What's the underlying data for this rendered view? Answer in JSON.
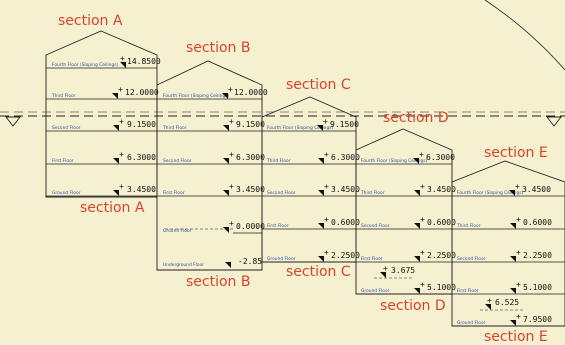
{
  "colors": {
    "background": "#f5f0cf",
    "section_title": "#d8432f",
    "floor_label": "#2d53a3",
    "lines": "#222222"
  },
  "icons": [
    "level-marker-triangle-icon",
    "elevation-marker-icon"
  ],
  "sections": [
    {
      "id": "a",
      "title": "section A",
      "floors": [
        {
          "name": "Fourth Floor (Sloping Ceilings)",
          "elevation": "14.8500"
        },
        {
          "name": "Third Floor",
          "elevation": "12.0000"
        },
        {
          "name": "Second Floor",
          "elevation": "9.1500"
        },
        {
          "name": "First Floor",
          "elevation": "6.3000"
        },
        {
          "name": "Ground Floor",
          "elevation": "3.4500"
        }
      ]
    },
    {
      "id": "b",
      "title": "section B",
      "floors": [
        {
          "name": "Fourth Floor (Sloping Ceilings)",
          "elevation": "12.0000"
        },
        {
          "name": "Third Floor",
          "elevation": "9.1500"
        },
        {
          "name": "Second Floor",
          "elevation": "6.3000"
        },
        {
          "name": "First Floor",
          "elevation": "3.4500"
        },
        {
          "name": "Ground Floor",
          "elevation": "0.0000"
        },
        {
          "name": "Underground Floor",
          "elevation": "-2.85"
        }
      ]
    },
    {
      "id": "c",
      "title": "section C",
      "floors": [
        {
          "name": "Fourth Floor (Sloping Ceilings)",
          "elevation": "9.1500"
        },
        {
          "name": "Third Floor",
          "elevation": "6.3000"
        },
        {
          "name": "Second Floor",
          "elevation": "3.4500"
        },
        {
          "name": "First Floor",
          "elevation": "0.6000"
        },
        {
          "name": "Ground Floor",
          "elevation": "2.2500"
        }
      ]
    },
    {
      "id": "d",
      "title": "section D",
      "floors": [
        {
          "name": "Fourth Floor (Sloping Ceilings)",
          "elevation": "6.3000"
        },
        {
          "name": "Third Floor",
          "elevation": "3.4500"
        },
        {
          "name": "Second Floor",
          "elevation": "0.6000"
        },
        {
          "name": "First Floor",
          "elevation": "2.2500"
        },
        {
          "name": "",
          "elevation": "3.675"
        },
        {
          "name": "Ground Floor",
          "elevation": "5.1000"
        }
      ]
    },
    {
      "id": "e",
      "title": "section E",
      "floors": [
        {
          "name": "Fourth Floor (Sloping Ceilings)",
          "elevation": "3.4500"
        },
        {
          "name": "Third Floor",
          "elevation": "0.6000"
        },
        {
          "name": "Second Floor",
          "elevation": "2.2500"
        },
        {
          "name": "First Floor",
          "elevation": "5.1000"
        },
        {
          "name": "",
          "elevation": "6.525"
        },
        {
          "name": "Ground Floor",
          "elevation": "7.9500"
        }
      ]
    }
  ]
}
